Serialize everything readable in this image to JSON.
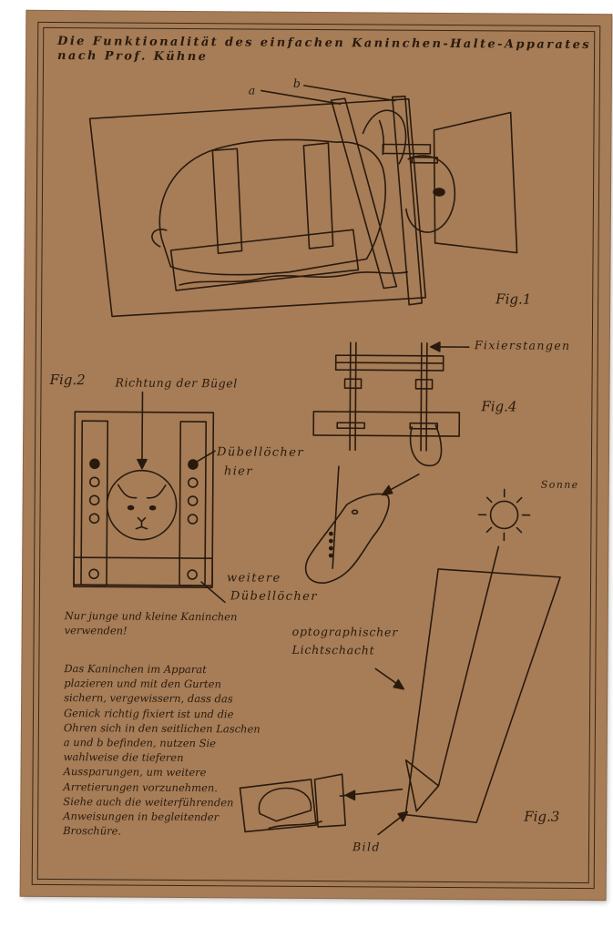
{
  "title_line1": "Die Funktionalität des einfachen Kaninchen-Halte-Apparates",
  "title_line2": "nach Prof. Kühne",
  "fig1": {
    "label": "Fig.1",
    "part_a": "a",
    "part_b": "b"
  },
  "fig2": {
    "label": "Fig.2",
    "direction_label": "Richtung der Bügel",
    "dowel_holes_line1": "Dübellöcher",
    "dowel_holes_line2": "hier",
    "more_holes_line1": "weitere",
    "more_holes_line2": "Dübellöcher"
  },
  "fig3": {
    "label": "Fig.3",
    "sun_label": "Sonne",
    "shaft_line1": "optographischer",
    "shaft_line2": "Lichtschacht",
    "image_label": "Bild"
  },
  "fig4": {
    "label": "Fig.4",
    "rods_label": "Fixierstangen"
  },
  "note_warning": [
    "Nur junge und kleine Kaninchen",
    "verwenden!"
  ],
  "note_instructions": [
    "Das Kaninchen im Apparat",
    "plazieren und mit den Gurten",
    "sichern, vergewissern, dass das",
    "Genick richtig fixiert ist und die",
    "Ohren sich in den seitlichen Laschen",
    "a und b befinden, nutzen Sie",
    "wahlweise die tieferen",
    "Aussparungen, um weitere",
    "Arretierungen vorzunehmen.",
    "Siehe auch die weiterführenden",
    "Anweisungen in begleitender",
    "Broschüre."
  ],
  "colors": {
    "paper": "#a67d57",
    "ink": "#2a1a0d"
  }
}
